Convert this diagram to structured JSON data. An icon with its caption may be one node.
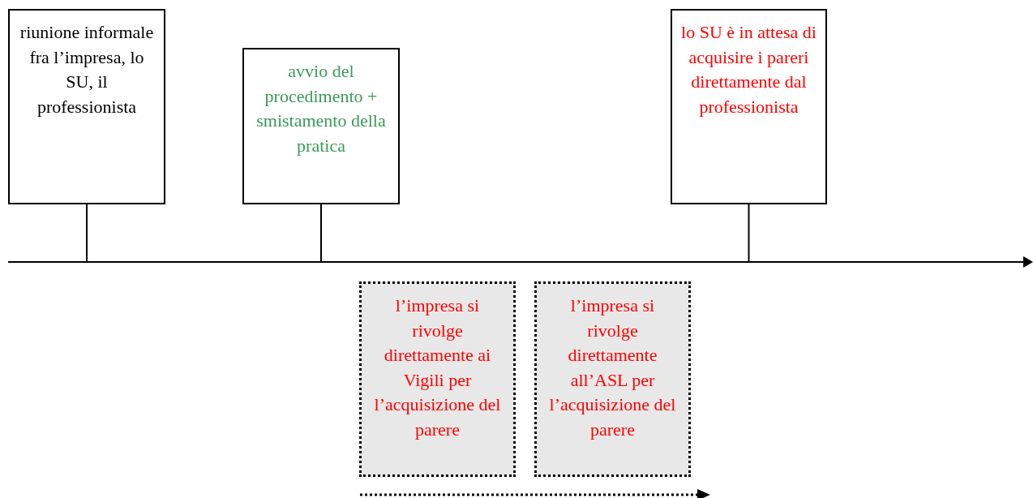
{
  "diagram": {
    "nodes": [
      {
        "text": [
          "riunione informale fra l’impresa, lo SU, il professionista"
        ]
      },
      {
        "text": [
          "avvio del procedimento + smistamento della pratica"
        ]
      },
      {
        "text": [
          "lo SU è in attesa di acquisire i pareri direttamente dal professionista"
        ]
      },
      {
        "text": [
          "l’impresa si rivolge direttamente ai Vigili per l’acquisizione del parere"
        ]
      },
      {
        "text": [
          "l’impresa si rivolge direttamente all’ASL per l’acquisizione del parere"
        ]
      }
    ],
    "edges": [
      {
        "from": 0,
        "to": null,
        "arrow": "none"
      },
      {
        "from": 1,
        "to": null,
        "arrow": "none"
      },
      {
        "from": 2,
        "to": null,
        "arrow": "none"
      }
    ]
  }
}
